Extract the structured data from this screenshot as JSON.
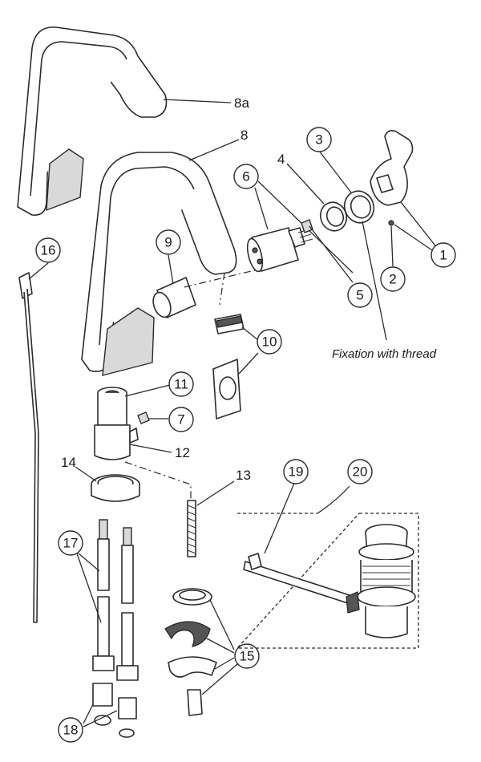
{
  "diagram": {
    "callouts": {
      "c1": "1",
      "c2": "2",
      "c3": "3",
      "c5": "5",
      "c6": "6",
      "c7": "7",
      "c9": "9",
      "c10": "10",
      "c11": "11",
      "c14": "14",
      "c15": "15",
      "c16": "16",
      "c17": "17",
      "c18": "18",
      "c19": "19",
      "c20": "20"
    },
    "plain_labels": {
      "l8a": "8a",
      "l8": "8",
      "l4": "4",
      "l12": "12",
      "l13": "13"
    },
    "note": "Fixation with thread"
  }
}
